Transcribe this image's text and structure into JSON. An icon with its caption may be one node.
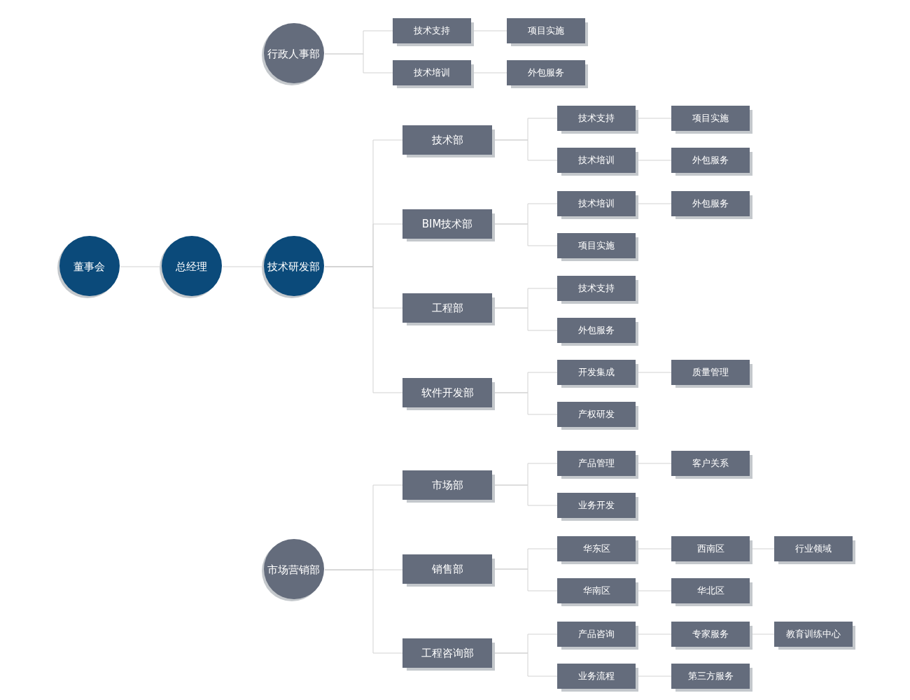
{
  "diagram": {
    "nodes": [
      {
        "text": [
          "董事会"
        ]
      },
      {
        "text": [
          "总经理"
        ]
      },
      {
        "text": [
          "行政人事部"
        ]
      },
      {
        "text": [
          "技术支持"
        ]
      },
      {
        "text": [
          "项目实施"
        ]
      },
      {
        "text": [
          "技术培训"
        ]
      },
      {
        "text": [
          "外包服务"
        ]
      },
      {
        "text": [
          "技术研发部"
        ]
      },
      {
        "text": [
          "技术部"
        ]
      },
      {
        "text": [
          "技术支持"
        ]
      },
      {
        "text": [
          "项目实施"
        ]
      },
      {
        "text": [
          "技术培训"
        ]
      },
      {
        "text": [
          "外包服务"
        ]
      },
      {
        "text": [
          "BIM技术部"
        ]
      },
      {
        "text": [
          "技术培训"
        ]
      },
      {
        "text": [
          "外包服务"
        ]
      },
      {
        "text": [
          "项目实施"
        ]
      },
      {
        "text": [
          "工程部"
        ]
      },
      {
        "text": [
          "技术支持"
        ]
      },
      {
        "text": [
          "外包服务"
        ]
      },
      {
        "text": [
          "软件开发部"
        ]
      },
      {
        "text": [
          "开发集成"
        ]
      },
      {
        "text": [
          "质量管理"
        ]
      },
      {
        "text": [
          "产权研发"
        ]
      },
      {
        "text": [
          "市场营销部"
        ]
      },
      {
        "text": [
          "市场部"
        ]
      },
      {
        "text": [
          "产品管理"
        ]
      },
      {
        "text": [
          "客户关系"
        ]
      },
      {
        "text": [
          "业务开发"
        ]
      },
      {
        "text": [
          "销售部"
        ]
      },
      {
        "text": [
          "华东区"
        ]
      },
      {
        "text": [
          "西南区"
        ]
      },
      {
        "text": [
          "行业领域"
        ]
      },
      {
        "text": [
          "华南区"
        ]
      },
      {
        "text": [
          "华北区"
        ]
      },
      {
        "text": [
          "工程咨询部"
        ]
      },
      {
        "text": [
          "产品咨询"
        ]
      },
      {
        "text": [
          "专家服务"
        ]
      },
      {
        "text": [
          "教育训练中心"
        ]
      },
      {
        "text": [
          "业务流程"
        ]
      },
      {
        "text": [
          "第三方服务"
        ]
      }
    ],
    "edges": [
      {
        "from": 0,
        "to": 1,
        "arrow": "none"
      },
      {
        "from": 1,
        "to": 7,
        "arrow": "none"
      },
      {
        "from": 2,
        "to": 3,
        "arrow": "none"
      },
      {
        "from": 3,
        "to": 4,
        "arrow": "none"
      },
      {
        "from": 2,
        "to": 5,
        "arrow": "none"
      },
      {
        "from": 5,
        "to": 6,
        "arrow": "none"
      },
      {
        "from": 7,
        "to": 8,
        "arrow": "none"
      },
      {
        "from": 7,
        "to": 13,
        "arrow": "none"
      },
      {
        "from": 7,
        "to": 17,
        "arrow": "none"
      },
      {
        "from": 7,
        "to": 20,
        "arrow": "none"
      },
      {
        "from": 8,
        "to": 9,
        "arrow": "none"
      },
      {
        "from": 9,
        "to": 10,
        "arrow": "none"
      },
      {
        "from": 8,
        "to": 11,
        "arrow": "none"
      },
      {
        "from": 11,
        "to": 12,
        "arrow": "none"
      },
      {
        "from": 13,
        "to": 14,
        "arrow": "none"
      },
      {
        "from": 14,
        "to": 15,
        "arrow": "none"
      },
      {
        "from": 13,
        "to": 16,
        "arrow": "none"
      },
      {
        "from": 17,
        "to": 18,
        "arrow": "none"
      },
      {
        "from": 17,
        "to": 19,
        "arrow": "none"
      },
      {
        "from": 20,
        "to": 21,
        "arrow": "none"
      },
      {
        "from": 21,
        "to": 22,
        "arrow": "none"
      },
      {
        "from": 20,
        "to": 23,
        "arrow": "none"
      },
      {
        "from": 24,
        "to": 25,
        "arrow": "none"
      },
      {
        "from": 24,
        "to": 29,
        "arrow": "none"
      },
      {
        "from": 24,
        "to": 35,
        "arrow": "none"
      },
      {
        "from": 25,
        "to": 26,
        "arrow": "none"
      },
      {
        "from": 26,
        "to": 27,
        "arrow": "none"
      },
      {
        "from": 25,
        "to": 28,
        "arrow": "none"
      },
      {
        "from": 29,
        "to": 30,
        "arrow": "none"
      },
      {
        "from": 30,
        "to": 31,
        "arrow": "none"
      },
      {
        "from": 31,
        "to": 32,
        "arrow": "none"
      },
      {
        "from": 29,
        "to": 33,
        "arrow": "none"
      },
      {
        "from": 33,
        "to": 34,
        "arrow": "none"
      },
      {
        "from": 35,
        "to": 36,
        "arrow": "none"
      },
      {
        "from": 36,
        "to": 37,
        "arrow": "none"
      },
      {
        "from": 37,
        "to": 38,
        "arrow": "none"
      },
      {
        "from": 35,
        "to": 39,
        "arrow": "none"
      },
      {
        "from": 39,
        "to": 40,
        "arrow": "none"
      }
    ]
  }
}
